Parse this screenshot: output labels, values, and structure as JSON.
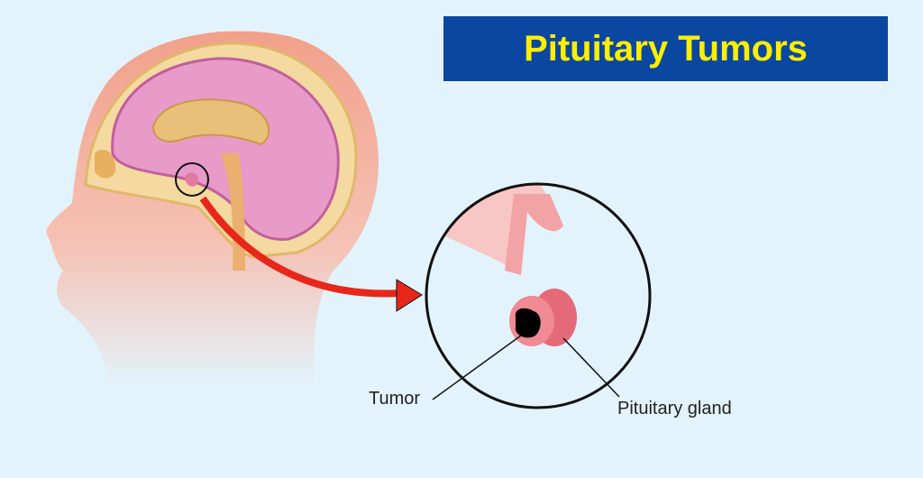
{
  "title": "Pituitary Tumors",
  "labels": {
    "tumor": "Tumor",
    "gland": "Pituitary gland"
  },
  "colors": {
    "title_bg": "#0a47a0",
    "title_text": "#ffee00",
    "background": "#e3f3fb",
    "arrow": "#e8261a"
  }
}
